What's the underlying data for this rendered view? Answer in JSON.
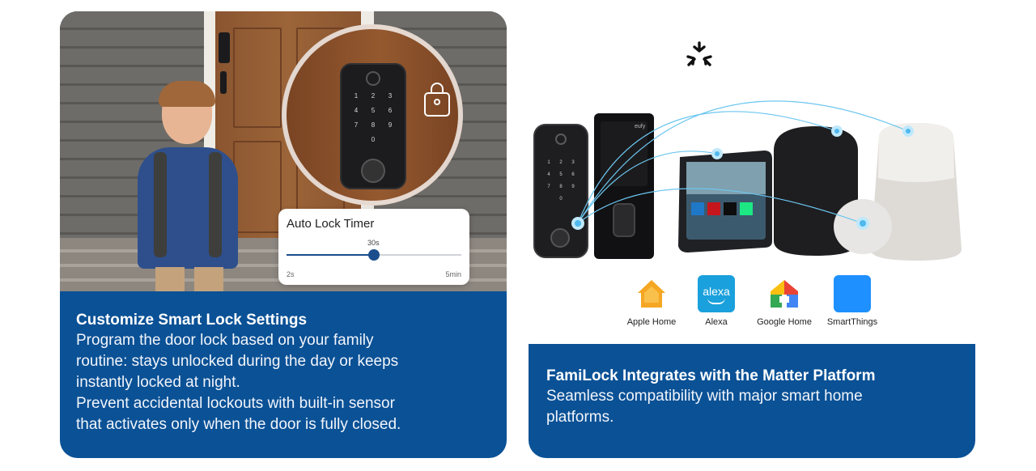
{
  "left_card": {
    "title": "Customize Smart Lock Settings",
    "lines": [
      "Program the door lock based on your family",
      "routine: stays unlocked during the day or keeps",
      "instantly locked at night.",
      "Prevent accidental lockouts with built-in sensor",
      "that activates only when the door is fully closed."
    ],
    "timer": {
      "title": "Auto Lock Timer",
      "value": "30s",
      "min": "2s",
      "max": "5min",
      "level_fraction": 0.5
    },
    "keypad_keys": [
      "1",
      "2",
      "3",
      "4",
      "5",
      "6",
      "7",
      "8",
      "9",
      "0"
    ]
  },
  "right_card": {
    "title": "FamiLock Integrates with the Matter Platform",
    "lines": [
      "Seamless compatibility with major smart home",
      "platforms."
    ],
    "brand_on_lock": "eufy",
    "platforms": [
      {
        "label": "Apple Home",
        "icon": "apple-home-icon",
        "color": "#f5a623"
      },
      {
        "label": "Alexa",
        "icon": "alexa-icon",
        "color": "#1aa0dc",
        "icon_text": "alexa"
      },
      {
        "label": "Google Home",
        "icon": "google-home-icon",
        "color": "#4285f4"
      },
      {
        "label": "SmartThings",
        "icon": "smartthings-icon",
        "color": "#1e90ff"
      }
    ]
  },
  "colors": {
    "card_blue": "#0a5196",
    "arc_blue": "#6cc6f0",
    "slider_blue": "#1b4e8c"
  }
}
